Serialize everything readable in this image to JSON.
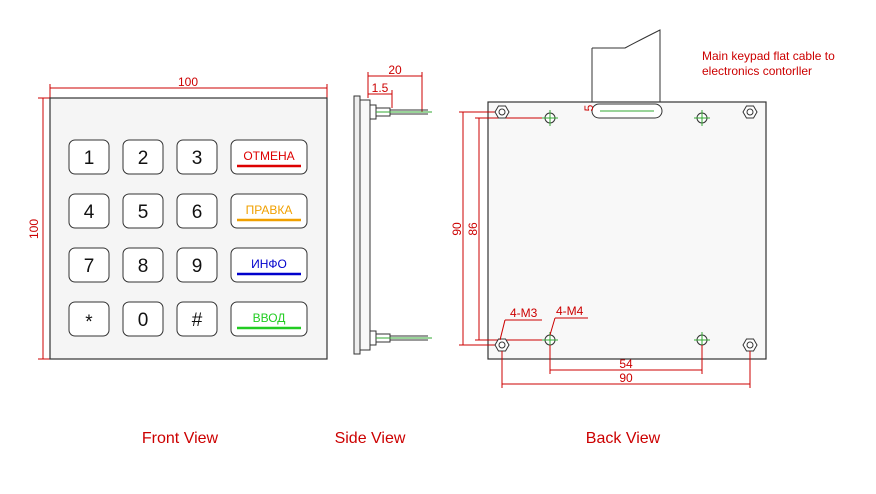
{
  "front": {
    "width_dim": "100",
    "height_dim": "100",
    "keys": [
      [
        "1",
        "2",
        "3"
      ],
      [
        "4",
        "5",
        "6"
      ],
      [
        "7",
        "8",
        "9"
      ],
      [
        "*",
        "0",
        "#"
      ]
    ],
    "function_keys": [
      {
        "label": "ОТМЕНА",
        "color": "#dd0000"
      },
      {
        "label": "ПРАВКА",
        "color": "#f0a000"
      },
      {
        "label": "ИНФО",
        "color": "#0000cc"
      },
      {
        "label": "ВВОД",
        "color": "#22cc22"
      }
    ],
    "caption": "Front View"
  },
  "side": {
    "depth_dim": "20",
    "panel_dim": "1.5",
    "caption": "Side View"
  },
  "back": {
    "note_line1": "Main keypad flat cable to",
    "note_line2": "electronics contorller",
    "cable_dim": "5",
    "outer_height_dim": "90",
    "inner_height_dim": "86",
    "m3_label": "4-M3",
    "m4_label": "4-M4",
    "inner_width_dim": "54",
    "outer_width_dim": "90",
    "caption": "Back View"
  }
}
